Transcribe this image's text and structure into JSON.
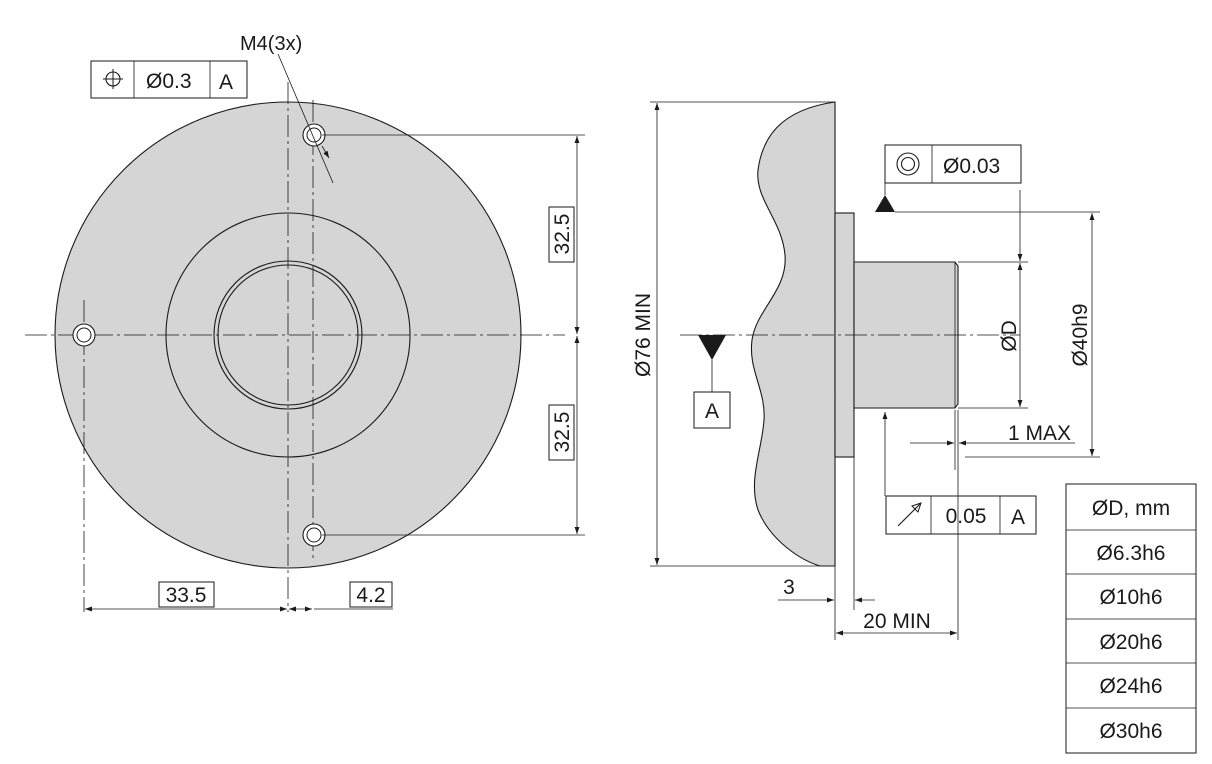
{
  "front_view": {
    "thread_callout": "M4(3x)",
    "position_fcf": {
      "symbol_icon": "position-icon",
      "tolerance": "Ø0.3",
      "datum": "A"
    },
    "dim_upper": "32.5",
    "dim_lower": "32.5",
    "dim_horizontal": "33.5",
    "dim_offset": "4.2"
  },
  "side_view": {
    "diameter_min": "Ø76 MIN",
    "concentricity_fcf": {
      "symbol_icon": "concentricity-icon",
      "tolerance": "Ø0.03"
    },
    "datum_label": "A",
    "shaft_diameter": "ØD",
    "pilot_diameter": "Ø40h9",
    "chamfer_max": "1 MAX",
    "runout_fcf": {
      "symbol_icon": "circular-runout-icon",
      "tolerance": "0.05",
      "datum": "A"
    },
    "flange_thickness": "3",
    "length_min": "20 MIN"
  },
  "shaft_table": {
    "header": "ØD, mm",
    "rows": [
      "Ø6.3h6",
      "Ø10h6",
      "Ø20h6",
      "Ø24h6",
      "Ø30h6"
    ]
  },
  "colors": {
    "part_fill": "#d5d5d5",
    "line": "#1a1a1a"
  }
}
